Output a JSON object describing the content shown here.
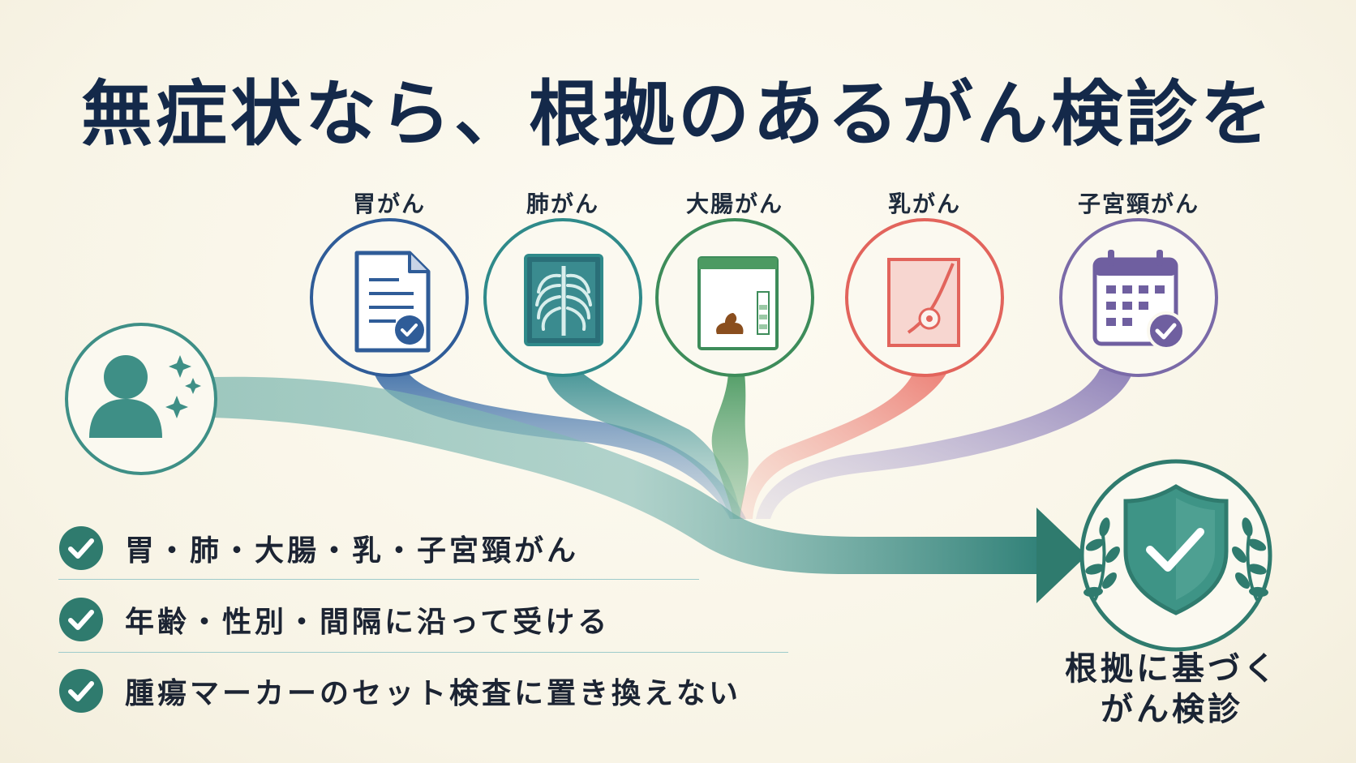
{
  "title": "無症状なら、根拠のあるがん検診を",
  "categories": [
    {
      "label": "胃がん",
      "icon": "document-check-icon",
      "color": "#2f5c98"
    },
    {
      "label": "肺がん",
      "icon": "chest-xray-icon",
      "color": "#2f8a8a"
    },
    {
      "label": "大腸がん",
      "icon": "stool-test-icon",
      "color": "#3d8c5a"
    },
    {
      "label": "乳がん",
      "icon": "breast-exam-icon",
      "color": "#e2645c"
    },
    {
      "label": "子宮頸がん",
      "icon": "calendar-check-icon",
      "color": "#7a6aa8"
    }
  ],
  "start": {
    "icon": "person-sparkle-icon",
    "color": "#3e8f86"
  },
  "checklist": [
    {
      "text": "胃・肺・大腸・乳・子宮頸がん",
      "icon": "check-circle-icon"
    },
    {
      "text": "年齢・性別・間隔に沿って受ける",
      "icon": "check-circle-icon"
    },
    {
      "text": "腫瘍マーカーのセット検査に置き換えない",
      "icon": "check-circle-icon"
    }
  ],
  "result": {
    "line1": "根拠に基づく",
    "line2": "がん検診",
    "icon": "shield-check-laurel-icon",
    "color": "#2f7b6e"
  },
  "colors": {
    "title": "#14294a",
    "check": "#2f7b6e",
    "background": "#faf7ec"
  }
}
